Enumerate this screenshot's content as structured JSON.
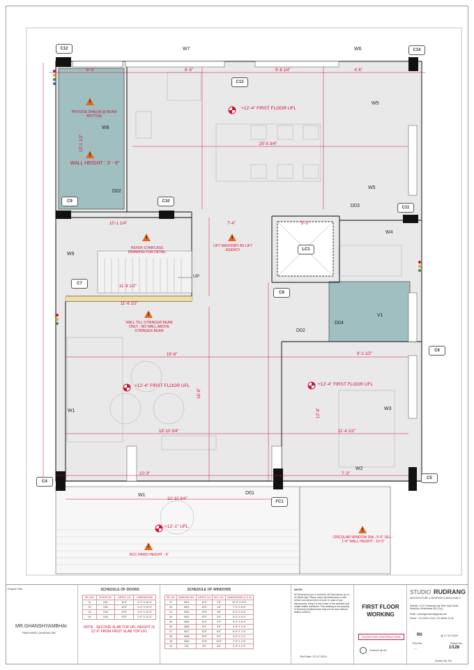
{
  "floor_labels": {
    "ufl_top": "+12'-4\" FIRST FLOOR UFL",
    "ufl_left": "+12'-4\" FIRST FLOOR UFL",
    "ufl_right": "+12'-4\" FIRST FLOOR UFL",
    "ufl_balcony": "+12'-1\" UFL"
  },
  "notes_red": {
    "dhajja": "PROVIDE DHAJJA @ BEAM BOTTOM",
    "wall_height": "WALL HEIGHT : 3' - 6\"",
    "staircase": "REFER STAIRCASE DRAWING FOR DETAIL",
    "lift": "LIFT MASONRY AS LIFT AGENCY",
    "stringer": "WALL TILL STRINGER BEAM ONLY - NO WALL ABOVE STRINGER BEAM",
    "pardi": "RCC PARDI HEIGHT - 6\"",
    "circular": "CIRCULAR WINDOW DIA - 5'-0\" SILL - 1'-6\" WALL HEIGHT - 10'-0\""
  },
  "columns": [
    "C12",
    "C13",
    "C14",
    "C9",
    "C10",
    "C11",
    "C7",
    "C8",
    "C6",
    "C4",
    "C5",
    "FC1",
    "LC1"
  ],
  "openings": {
    "w7": "W7",
    "w6": "W6",
    "w5a": "W5",
    "w5b": "W5",
    "w8": "W8",
    "w9": "W9",
    "w4": "W4",
    "w1a": "W1",
    "w1b": "W1",
    "w2": "W2",
    "w3": "W3",
    "d02a": "D02",
    "d02b": "D02",
    "d03": "D03",
    "d04": "D04",
    "d01": "D01",
    "v1": "V1"
  },
  "dims": {
    "d1": "6'-0\"",
    "d2": "6'-9\"",
    "d3": "9'-8 1/4\"",
    "d4": "4'-6\"",
    "d5": "25'-5 3/4\"",
    "d6": "13'-1 1/2\"",
    "d7": "10'-1 1/4\"",
    "d8": "7'-4\"",
    "d9": "5'-0\"",
    "d10": "11'-9 1/2\"",
    "d11": "11'-6 1/2\"",
    "d12": "19'-6\"",
    "d13": "18'-10 3/4\"",
    "d14": "11'-4 1/2\"",
    "d15": "10'-3\"",
    "d16": "21'-10 3/4\"",
    "d17": "16'-6\"",
    "d18": "12'-6\"",
    "d19": "7'-3\"",
    "d20": "8'-1 1/2\""
  },
  "stair_up": "UP",
  "title_block": {
    "client_label": "Project Title",
    "client": "MR.GHANSHYAMBHAI",
    "site": "PANCHVATI_BUNGALOW",
    "doors_title": "SCHEDULE OF DOORS",
    "doors_headers": [
      "SR. NO.",
      "DOOR NO.",
      "LINTEL LVL",
      "DIMENSIONS"
    ],
    "doors_rows": [
      [
        "01",
        "D01",
        "10'0\"",
        "4'-2\" X 10'-0\""
      ],
      [
        "02",
        "D02",
        "10'0\"",
        "3'-3\" X 10'-0\""
      ],
      [
        "03",
        "D03",
        "10'0\"",
        "3'-0\" X 10'-0\""
      ],
      [
        "04",
        "D04",
        "10'0\"",
        "2'-0\" X 10'-0\""
      ]
    ],
    "doors_note": "NOTE : SECOND SLAB TOP UFL HEIGHT IS 12'-0\" FROM FIRST SLAB TOP UFL",
    "windows_title": "SCHEDULE OF WINDOWS",
    "windows_headers": [
      "SR. NO.",
      "WINDOW NO.",
      "LINTEL LVL",
      "SILL LVL",
      "DIMENSIONS (L X H)"
    ],
    "windows_rows": [
      [
        "01",
        "W01",
        "10'0\"",
        "1'6\"",
        "10'-3\" X 8'-6\""
      ],
      [
        "02",
        "W02",
        "10'0\"",
        "1'6\"",
        "7'-3\" X 8'-6\""
      ],
      [
        "03",
        "W03",
        "10'0\"",
        "3'6\"",
        "6'-3\" X 6'-6\""
      ],
      [
        "04",
        "W04",
        "10'0\"",
        "4'0\"",
        "5'-9\" X 6'-0\""
      ],
      [
        "05",
        "W05",
        "10'0\"",
        "2'0\"",
        "5'-3\" X 8'-0\""
      ],
      [
        "06",
        "W06",
        "8'0\"",
        "5'0\"",
        "4'-6\" X 4'-6\""
      ],
      [
        "07",
        "W07",
        "10'0\"",
        "6'0\"",
        "6'-9\" X 4'-0\""
      ],
      [
        "08",
        "W08",
        "10'0\"",
        "6'0\"",
        "3'-6\" X 4'-0\""
      ],
      [
        "09",
        "W09",
        "12'6\"",
        "10'0\"",
        "7'-6\" X 2'-6\""
      ],
      [
        "10",
        "V01",
        "8'0\"",
        "6'0\"",
        "2'-9\" X 2'-0\""
      ]
    ],
    "note_label": "NOTE:",
    "note_text": "All Dimensions are in inch/feet. All Dimensions are to be Read only. Please check all dimensions on site before commencement of work. In case of any discrepancy, bring it to the notice of the architect and obtain written directions. This drawing is the property of Rudrang Architects and may not be used without written consent.",
    "sheet_title": "FIRST FLOOR WORKING",
    "status": "GOOD FOR CONSTRUCTION",
    "scale_label": "Custom @ A2",
    "plot_date": "Plot Date: 27.07.2024",
    "studio": "STUDIO",
    "brand": "RUDRANG",
    "brand_sub": "ARCHITECTURE & INTERIOR CONSULTANCY",
    "address": "Address : A-33, Sundaram city, Near Yogi Chowk, Varachha, Ahmedabad-382 (Guj.)",
    "email": "Email : rudrangarchitects@gmail.com",
    "phone": "Phone : +91 99241 23 64 | +91 98251 23 45",
    "rev": "R0",
    "date": "@ 27.07.2024",
    "plot_no_label": "Plot No.",
    "plot_no": "---",
    "sheet_no_label": "Sheet No.",
    "sheet_no": "1/128",
    "drawn_label": "Drawn by: Ru"
  }
}
